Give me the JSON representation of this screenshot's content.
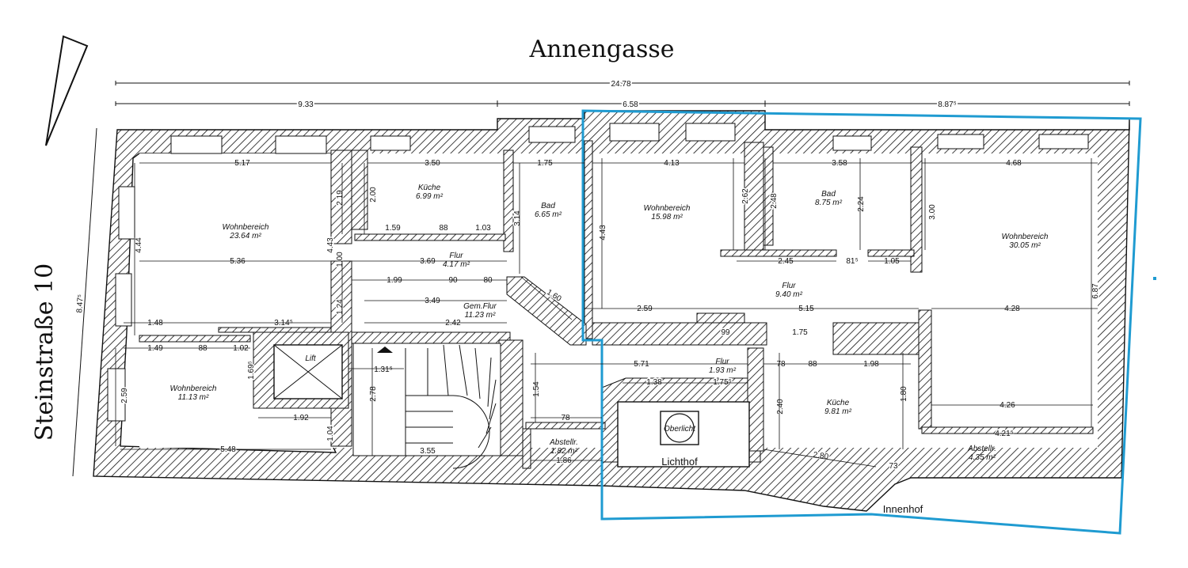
{
  "streets": {
    "top": "Annengasse",
    "left": "Steinstraße 10"
  },
  "overall_dims": {
    "total": "24.78",
    "seg_left": "9.33",
    "seg_mid": "6.58",
    "seg_right": "8.87⁵",
    "left_height": "8.47⁵"
  },
  "rooms": [
    {
      "name": "Wohnbereich",
      "area": "23.64 m²"
    },
    {
      "name": "Küche",
      "area": "6.99 m²"
    },
    {
      "name": "Bad",
      "area": "6.65 m²"
    },
    {
      "name": "Wohnbereich",
      "area": "15.98 m²"
    },
    {
      "name": "Bad",
      "area": "8.75 m²"
    },
    {
      "name": "Wohnbereich",
      "area": "30.05 m²"
    },
    {
      "name": "Flur",
      "area": "4.17 m²"
    },
    {
      "name": "Gem.Flur",
      "area": "11.23 m²"
    },
    {
      "name": "Flur",
      "area": "9.40 m²"
    },
    {
      "name": "Wohnbereich",
      "area": "11.13 m²"
    },
    {
      "name": "Flur",
      "area": "1.93 m²"
    },
    {
      "name": "Küche",
      "area": "9.81 m²"
    },
    {
      "name": "Abstellr.",
      "area": "1.82 m²"
    },
    {
      "name": "Abstellr.",
      "area": "4.35 m²"
    }
  ],
  "labels": {
    "lift": "Lift",
    "oberlicht": "Oberlicht",
    "lichthof": "Lichthof",
    "innenhof": "Innenhof"
  },
  "dims": [
    "5.17",
    "3.50",
    "1.75",
    "4.13",
    "3.58",
    "4.68",
    "2.00",
    "2.19",
    "4.43",
    "4.44",
    "3.14",
    "2.62",
    "2.48",
    "2.24",
    "3.00",
    "6.87",
    "5.36",
    "3.69",
    "1.59",
    "88",
    "1.03",
    "1.99",
    "90",
    "80",
    "3.49",
    "2.42",
    "1.48",
    "3.14⁵",
    "1.49",
    "88",
    "1.02",
    "1.31⁵",
    "2.59",
    "1.92",
    "5.48",
    "2.78",
    "3.55",
    "1.60",
    "2.59",
    "5.15",
    "4.28",
    "2.45",
    "81⁵",
    "1.05",
    "99",
    "1.75",
    "5.71",
    "1.38",
    "1.75⁵",
    "78",
    "88",
    "1.98",
    "2.40",
    "1.80",
    "4.26",
    "4.21⁵",
    "2.80",
    "73",
    "1.86",
    "78",
    "1.54",
    "4.43",
    "1.69⁵",
    "1.04",
    "1.24",
    "1.00"
  ],
  "colors": {
    "highlight": "#1f9bd1",
    "ink": "#111111"
  }
}
